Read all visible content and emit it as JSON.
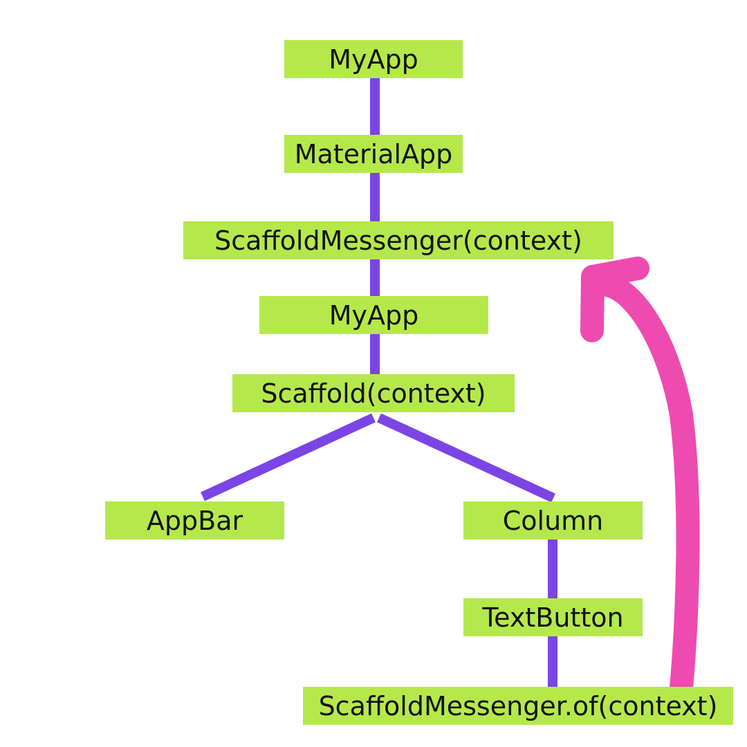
{
  "colors": {
    "node_fill": "#b5e94b",
    "edge": "#7b45e6",
    "arrow": "#ee4bb0",
    "text": "#111111"
  },
  "nodes": {
    "myapp_top": "MyApp",
    "materialapp": "MaterialApp",
    "messenger": "ScaffoldMessenger(context)",
    "myapp_mid": "MyApp",
    "scaffold": "Scaffold(context)",
    "appbar": "AppBar",
    "column": "Column",
    "textbutton": "TextButton",
    "messenger_of": "ScaffoldMessenger.of(context)"
  },
  "edges": [
    [
      "myapp_top",
      "materialapp"
    ],
    [
      "materialapp",
      "messenger"
    ],
    [
      "messenger",
      "myapp_mid"
    ],
    [
      "myapp_mid",
      "scaffold"
    ],
    [
      "scaffold",
      "appbar"
    ],
    [
      "scaffold",
      "column"
    ],
    [
      "column",
      "textbutton"
    ],
    [
      "textbutton",
      "messenger_of"
    ]
  ],
  "lookup_arrow": {
    "from": "messenger_of",
    "to": "messenger",
    "style": "hand-drawn"
  }
}
